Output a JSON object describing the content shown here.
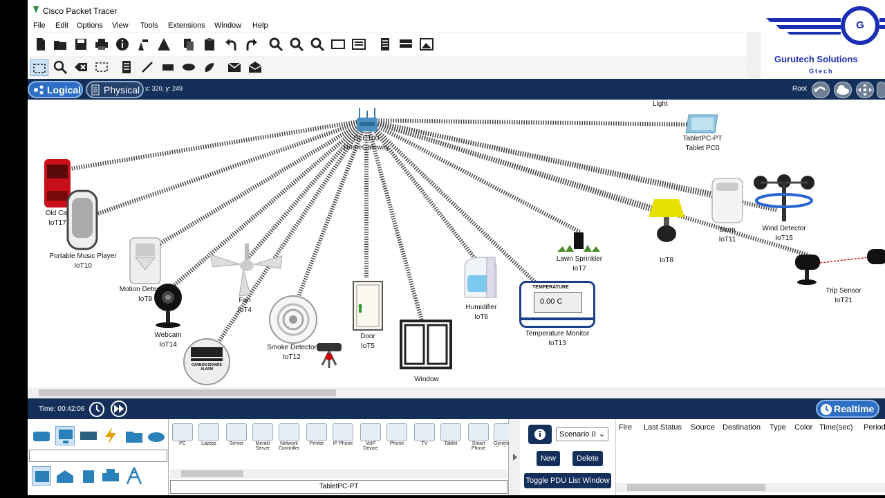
{
  "window": {
    "title": "Cisco Packet Tracer"
  },
  "menu": [
    "File",
    "Edit",
    "Options",
    "View",
    "Tools",
    "Extensions",
    "Window",
    "Help"
  ],
  "brand": {
    "name": "Gurutech Solutions",
    "sub": "Gtech",
    "letter": "G"
  },
  "nav": {
    "logical": "Logical",
    "physical": "Physical",
    "coords": "x: 320, y: 249",
    "root": "Root"
  },
  "devices": [
    {
      "key": "gateway",
      "name": "DLC100",
      "sub": "HomeGateway"
    },
    {
      "key": "tablet",
      "name": "TabletPC-PT",
      "sub": "Tablet PC0"
    },
    {
      "key": "oldcar",
      "name": "Old Car",
      "sub": "IoT17"
    },
    {
      "key": "music",
      "name": "Portable Music Player",
      "sub": "IoT10"
    },
    {
      "key": "motion",
      "name": "Motion Detector",
      "sub": "IoT9"
    },
    {
      "key": "webcam",
      "name": "Webcam",
      "sub": "IoT14"
    },
    {
      "key": "fan",
      "name": "Fan",
      "sub": "IoT4"
    },
    {
      "key": "smoke",
      "name": "Smoke Detector",
      "sub": "IoT12"
    },
    {
      "key": "door",
      "name": "Door",
      "sub": "IoT5"
    },
    {
      "key": "window",
      "name": "Window",
      "sub": ""
    },
    {
      "key": "humidifier",
      "name": "Humidifier",
      "sub": "IoT6"
    },
    {
      "key": "temp",
      "name": "Temperature Monitor",
      "sub": "IoT13"
    },
    {
      "key": "sprinkler",
      "name": "Lawn Sprinkler",
      "sub": "IoT7"
    },
    {
      "key": "light",
      "name": "Light",
      "sub": "IoT8"
    },
    {
      "key": "siren",
      "name": "Siren",
      "sub": "IoT11"
    },
    {
      "key": "wind",
      "name": "Wind Detector",
      "sub": "IoT15"
    },
    {
      "key": "trip",
      "name": "Trip Sensor",
      "sub": "IoT21"
    }
  ],
  "temp_display": {
    "header": "TEMPERATURE",
    "value": "0.00 C"
  },
  "co2": {
    "label": "CARBON DIOXIDE ALARM"
  },
  "timebar": {
    "time": "Time: 00:42:06",
    "realtime": "Realtime"
  },
  "palette": [
    "PC",
    "Laptop",
    "Server",
    "Meraki Server",
    "Network Controller",
    "Printer",
    "IP Phone",
    "VoIP Device",
    "Phone",
    "TV",
    "Tablet",
    "Smart Phone",
    "Generic Wireless"
  ],
  "palette_status": "TabletPC-PT",
  "pdu": {
    "scenario": "Scenario 0",
    "new": "New",
    "delete": "Delete",
    "toggle": "Toggle PDU List Window",
    "columns": [
      "Fire",
      "Last Status",
      "Source",
      "Destination",
      "Type",
      "Color",
      "Time(sec)",
      "Periodic"
    ]
  },
  "colors": {
    "nav": "#14305a",
    "accent": "#2d6fc4",
    "brand": "#1c2fb2"
  }
}
